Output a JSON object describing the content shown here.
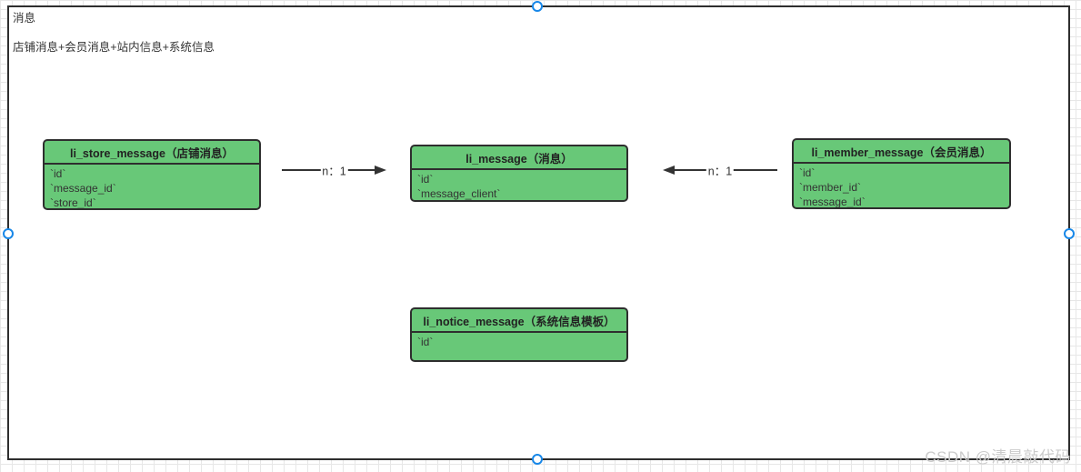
{
  "canvas": {
    "title": "消息",
    "subtitle": "店铺消息+会员消息+站内信息+系统信息",
    "watermark": "CSDN @清晨敲代码"
  },
  "colors": {
    "entity_fill": "#68c878",
    "entity_border": "#2e2e2e",
    "selection_handle": "#1787e8"
  },
  "entities": [
    {
      "title": "li_store_message（店铺消息）",
      "fields": [
        "`id`",
        "`message_id`",
        "`store_id`"
      ]
    },
    {
      "title": "li_message（消息）",
      "fields": [
        "`id`",
        "`message_client`"
      ]
    },
    {
      "title": "li_member_message（会员消息）",
      "fields": [
        "`id`",
        "`member_id`",
        "`message_id`"
      ]
    },
    {
      "title": "li_notice_message（系统信息模板）",
      "fields": [
        "`id`"
      ]
    }
  ],
  "connectors": [
    {
      "from": "li_store_message",
      "to": "li_message",
      "label": "n：1",
      "direction": "right"
    },
    {
      "from": "li_member_message",
      "to": "li_message",
      "label": "n：1",
      "direction": "left"
    }
  ]
}
